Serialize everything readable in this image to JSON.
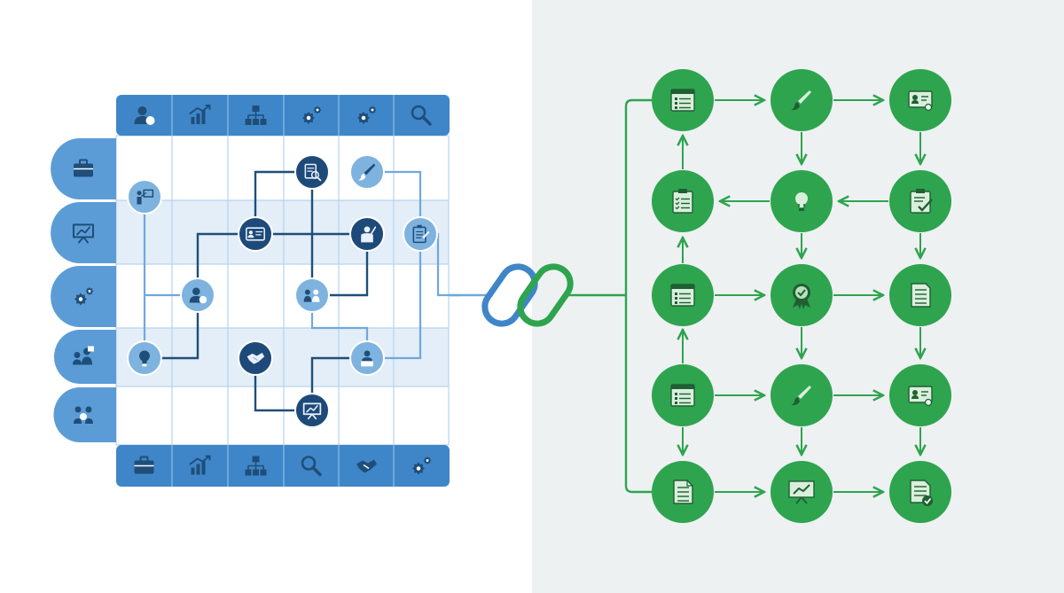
{
  "colors": {
    "blue_header": "#3f86c9",
    "blue_side": "#5b9cd6",
    "blue_line": "#6fa8dc",
    "navy": "#1f4e79",
    "navy_node": "#1e4a7a",
    "light_node": "#7eb3e0",
    "band": "#e3eef8",
    "green": "#2ea44f",
    "green_dark": "#1f7a3a",
    "green_light": "#c8e8cc"
  },
  "left_matrix": {
    "header_icons": [
      "user-check-icon",
      "growth-chart-icon",
      "org-chart-icon",
      "gears-icon",
      "gears-icon",
      "magnifier-icon"
    ],
    "footer_icons": [
      "briefcase-icon",
      "growth-chart-icon",
      "org-chart-icon",
      "magnifier-icon",
      "handshake-icon",
      "gears-icon"
    ],
    "side_icons": [
      "briefcase-icon",
      "presentation-icon",
      "gears-icon",
      "team-meeting-icon",
      "network-people-icon"
    ],
    "nodes": [
      {
        "icon": "presenter-icon",
        "style": "light"
      },
      {
        "icon": "document-search-icon",
        "style": "navy"
      },
      {
        "icon": "brush-icon",
        "style": "light"
      },
      {
        "icon": "id-card-icon",
        "style": "navy"
      },
      {
        "icon": "worker-icon",
        "style": "navy"
      },
      {
        "icon": "clipboard-icon",
        "style": "light"
      },
      {
        "icon": "user-check-icon",
        "style": "light"
      },
      {
        "icon": "team-icon",
        "style": "light"
      },
      {
        "icon": "lightbulb-icon",
        "style": "light"
      },
      {
        "icon": "handshake-icon",
        "style": "navy"
      },
      {
        "icon": "person-box-icon",
        "style": "light"
      },
      {
        "icon": "presentation-icon",
        "style": "navy"
      }
    ]
  },
  "link_icons": [
    "blue-chain-link-icon",
    "green-chain-link-icon"
  ],
  "right_flow": {
    "nodes": [
      [
        "form-window-icon",
        "brush-icon",
        "certificate-icon"
      ],
      [
        "clipboard-list-icon",
        "lightbulb-icon",
        "clipboard-check-icon"
      ],
      [
        "form-window-icon",
        "award-badge-icon",
        "document-list-icon"
      ],
      [
        "form-window-icon",
        "brush-icon",
        "certificate-icon"
      ],
      [
        "document-icon",
        "presentation-icon",
        "document-check-icon"
      ]
    ]
  }
}
